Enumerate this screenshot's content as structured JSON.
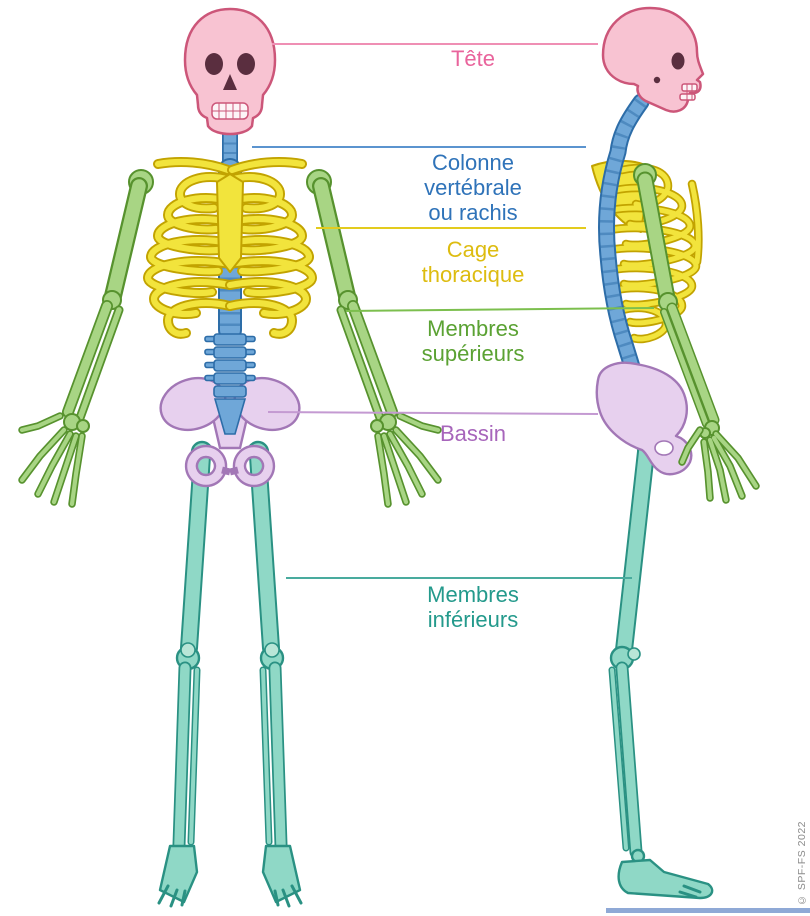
{
  "regions": [
    {
      "id": "tete",
      "label": "Tête",
      "label_color": "#e9649c",
      "bone_color": "#f8c3d2"
    },
    {
      "id": "colonne-vertebrale",
      "label": "Colonne\nvertébrale\nou rachis",
      "label_color": "#2f73b9",
      "bone_color": "#6fa7d8"
    },
    {
      "id": "cage-thoracique",
      "label": "Cage\nthoracique",
      "label_color": "#ddbc10",
      "bone_color": "#f2e43c"
    },
    {
      "id": "membres-superieurs",
      "label": "Membres\nsupérieurs",
      "label_color": "#5ba233",
      "bone_color": "#a8d584"
    },
    {
      "id": "bassin",
      "label": "Bassin",
      "label_color": "#a765bb",
      "bone_color": "#e7d0ee"
    },
    {
      "id": "membres-inferieurs",
      "label": "Membres\ninférieurs",
      "label_color": "#249a8c",
      "bone_color": "#8fd8c6"
    }
  ],
  "credit": {
    "text": "© SPF-FS 2022",
    "color": "#8c8c8c"
  }
}
